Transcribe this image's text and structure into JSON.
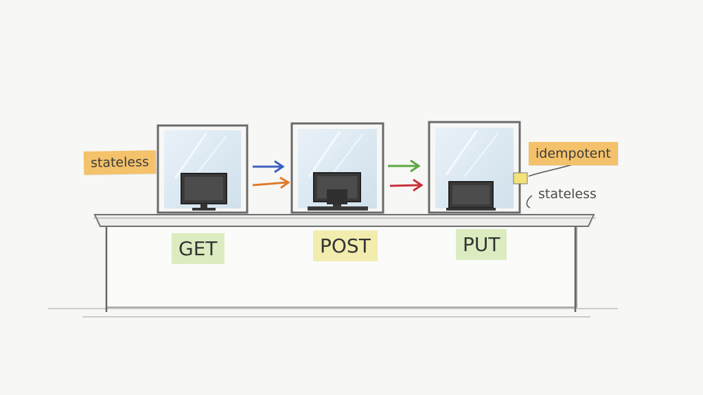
{
  "labels": {
    "left_note": "stateless",
    "right_note": "idempotent",
    "side_note": "stateless"
  },
  "counters": [
    {
      "method": "GET",
      "color": "#dcecc0"
    },
    {
      "method": "POST",
      "color": "#f2ecae"
    },
    {
      "method": "PUT",
      "color": "#dcecc0"
    }
  ],
  "arrows": [
    {
      "from": "GET",
      "to": "POST",
      "color": "#3a5fbf"
    },
    {
      "from": "GET",
      "to": "POST",
      "color": "#e07a2a"
    },
    {
      "from": "POST",
      "to": "PUT",
      "color": "#5aa83a"
    },
    {
      "from": "POST",
      "to": "PUT",
      "color": "#c9303a"
    }
  ],
  "colors": {
    "note_orange": "#f4c26a",
    "glass": "#d9e7f2",
    "monitor": "#3a3a3a",
    "pencil": "#6a6a6a"
  }
}
